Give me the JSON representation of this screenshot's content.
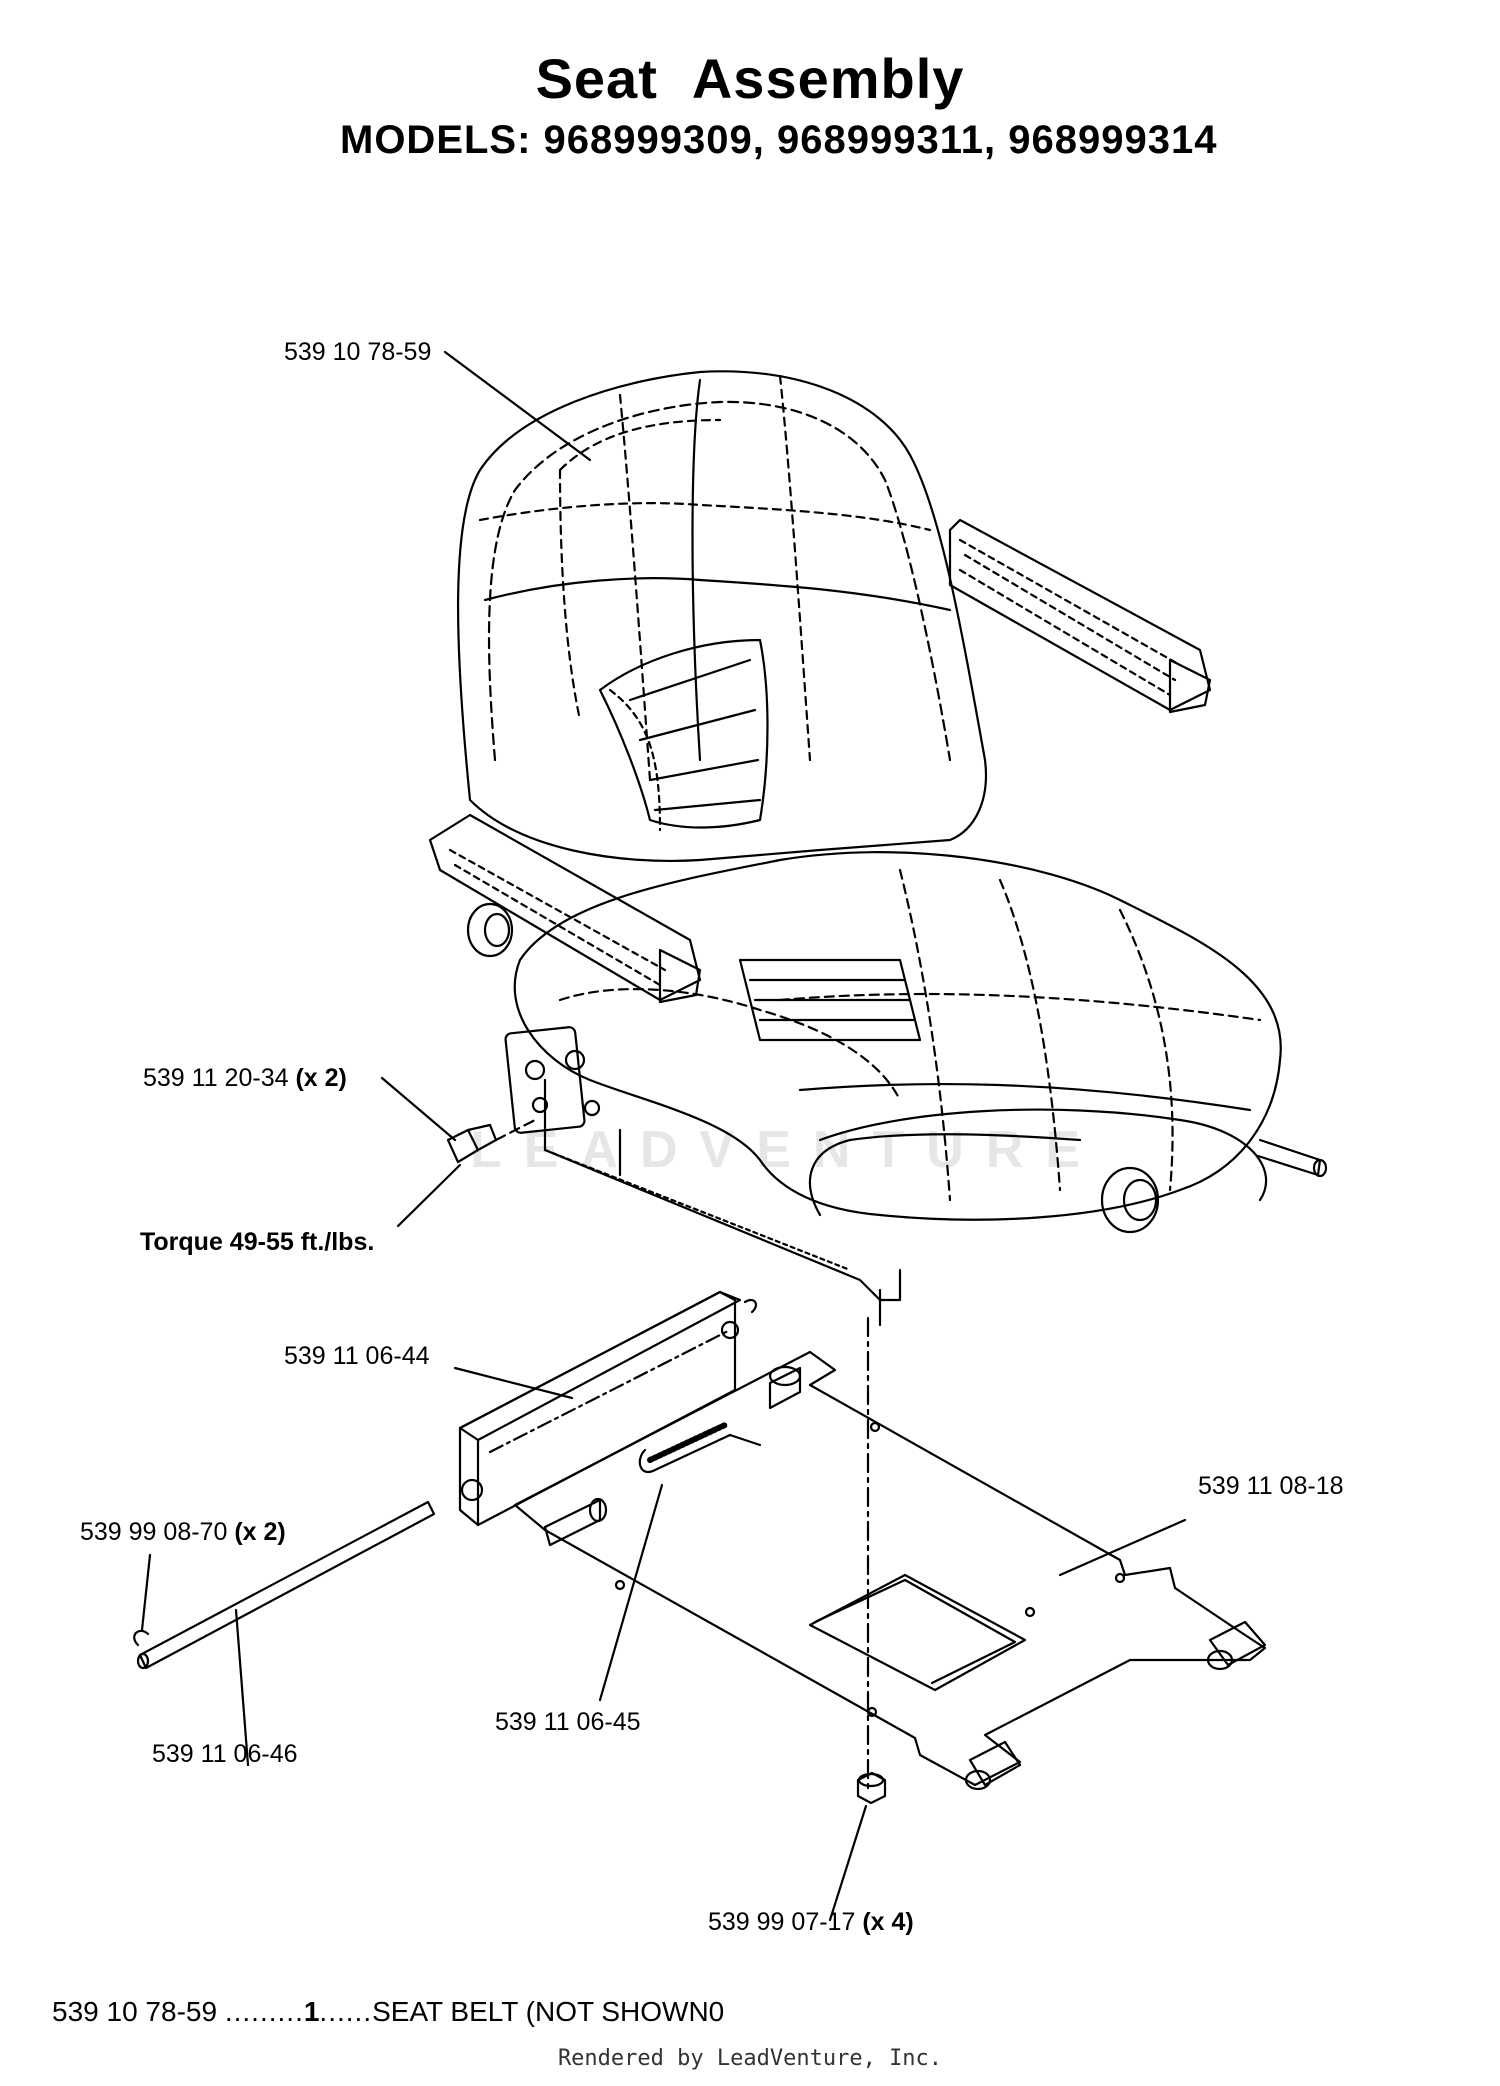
{
  "header": {
    "title_word1": "Seat",
    "title_word2": "Assembly",
    "models": "MODELS: 968999309, 968999311, 968999314"
  },
  "callouts": {
    "seat": "539 10 78-59",
    "bolt": "539 11 20-34",
    "bolt_qty": "(x 2)",
    "torque": "Torque 49-55 ft./lbs.",
    "slide_bracket": "539 11 06-44",
    "clip": "539 99 08-70",
    "clip_qty": "(x 2)",
    "rod": "539 11 06-46",
    "spring": "539 11 06-45",
    "plate": "539 11 08-18",
    "nut": "539 99 07-17",
    "nut_qty": "(x 4)"
  },
  "parts_list": {
    "part_number": "539 10 78-59",
    "dots1": ".........",
    "quantity": "1",
    "dots2": "......",
    "description": "SEAT BELT (NOT SHOWN0"
  },
  "watermark": "LEADVENTURE",
  "footer": {
    "rendered_by": "Rendered by LeadVenture, Inc."
  }
}
